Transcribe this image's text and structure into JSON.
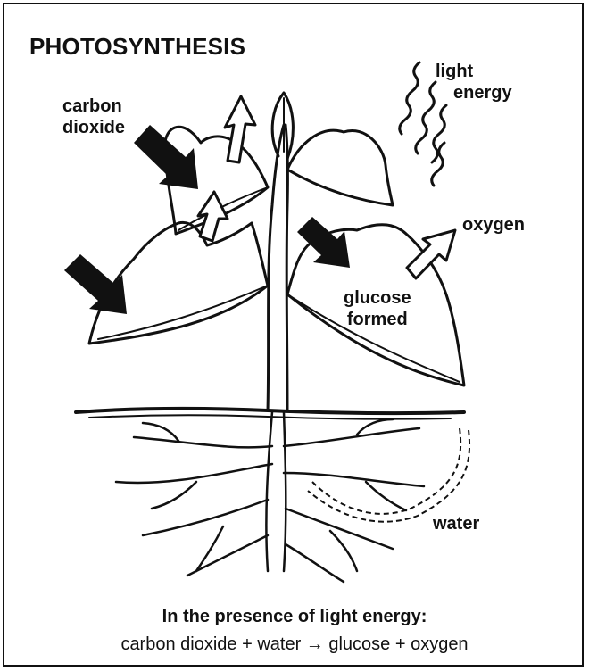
{
  "title": "PHOTOSYNTHESIS",
  "labels": {
    "carbon_dioxide": [
      "carbon",
      "dioxide"
    ],
    "light_energy": [
      "light",
      "energy"
    ],
    "oxygen": "oxygen",
    "glucose": [
      "glucose",
      "formed"
    ],
    "water": "water"
  },
  "caption": {
    "condition": "In the presence of light energy:",
    "equation": "carbon dioxide + water → glucose + oxygen"
  },
  "colors": {
    "ink": "#111111",
    "background": "#ffffff"
  }
}
